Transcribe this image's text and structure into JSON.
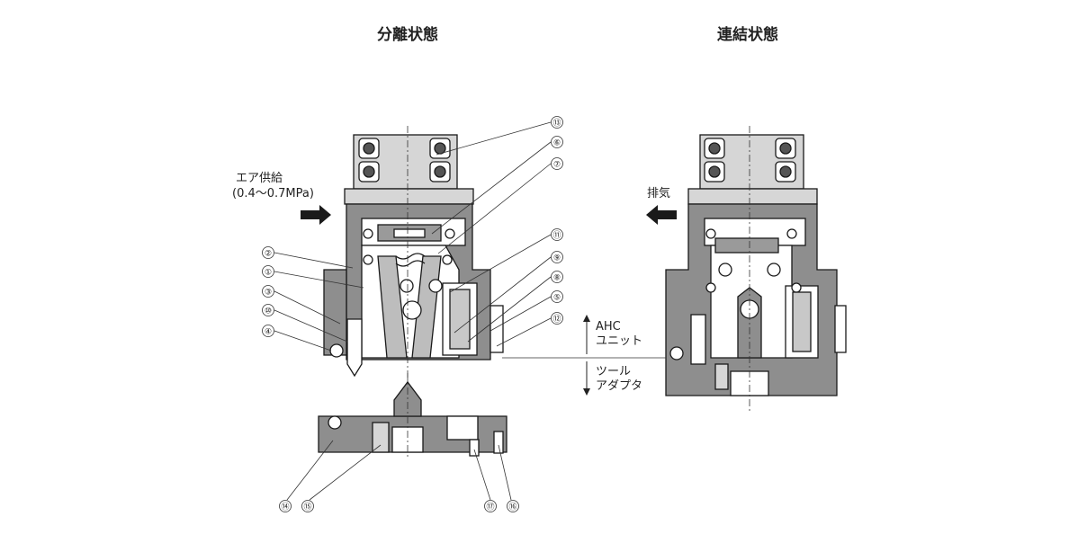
{
  "diagram": {
    "left": {
      "title": "分離状態",
      "air_supply": "エア供給",
      "pressure": "(0.4〜0.7MPa)"
    },
    "right": {
      "title": "連結状態",
      "exhaust": "排気"
    },
    "axis": {
      "upper_line1": "AHC",
      "upper_line2": "ユニット",
      "lower_line1": "ツール",
      "lower_line2": "アダプタ"
    },
    "callouts": {
      "c13": "⑬",
      "c6": "⑥",
      "c7": "⑦",
      "c2": "②",
      "c1": "①",
      "c3": "③",
      "c10": "⑩",
      "c4": "④",
      "c11": "⑪",
      "c9": "⑨",
      "c8": "⑧",
      "c5": "⑤",
      "c12": "⑫",
      "c14": "⑭",
      "c15": "⑮",
      "c17": "⑰",
      "c16": "⑯"
    }
  }
}
